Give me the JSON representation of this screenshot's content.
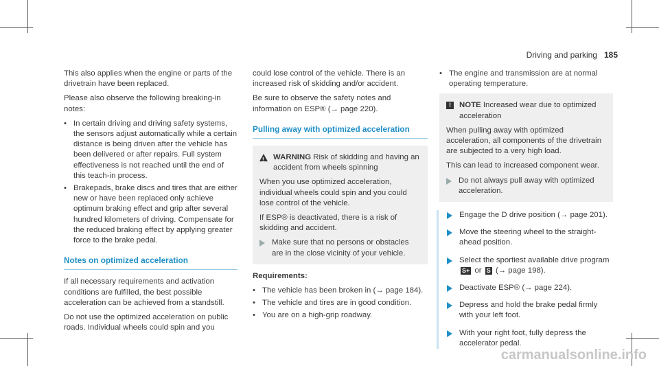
{
  "header": {
    "section": "Driving and parking",
    "page": "185"
  },
  "col1": {
    "p1": "This also applies when the engine or parts of the drivetrain have been replaced.",
    "p2": "Please also observe the following breaking-in notes:",
    "b1": "In certain driving and driving safety systems, the sensors adjust automatically while a certain distance is being driven after the vehicle has been delivered or after repairs. Full system effectiveness is not reached until the end of this teach-in process.",
    "b2": "Brakepads, brake discs and tires that are either new or have been replaced only achieve optimum braking effect and grip after several hundred kilometers of driving. Compensate for the reduced braking effect by applying greater force to the brake pedal.",
    "heading": "Notes on optimized acceleration",
    "p3": "If all necessary requirements and activation conditions are fulfilled, the best possible acceleration can be achieved from a standstill.",
    "p4": "Do not use the optimized acceleration on public roads. Individual wheels could spin and you"
  },
  "col2": {
    "p1": "could lose control of the vehicle. There is an increased risk of skidding and/or accident.",
    "p2": "Be sure to observe the safety notes and information on ESP® (→ page 220).",
    "heading": "Pulling away with optimized acceleration",
    "warning_label": "WARNING",
    "warning_title": "Risk of skidding and having an accident from wheels spinning",
    "warning_p1": "When you use optimized acceleration, individual wheels could spin and you could lose control of the vehicle.",
    "warning_p2": "If ESP® is deactivated, there is a risk of skidding and accident.",
    "warning_action": "Make sure that no persons or obstacles are in the close vicinity of your vehicle.",
    "req_heading": "Requirements:",
    "req": [
      "The vehicle has been broken in (→ page 184).",
      "The vehicle and tires are in good condition.",
      "You are on a high-grip roadway."
    ]
  },
  "col3": {
    "req": "The engine and transmission are at normal operating temperature.",
    "note_label": "NOTE",
    "note_title": "Increased wear due to optimized acceleration",
    "note_p1": "When pulling away with optimized acceleration, all components of the drivetrain are subjected to a very high load.",
    "note_p2": "This can lead to increased component wear.",
    "note_action": "Do not always pull away with optimized acceleration.",
    "steps": [
      "Engage the D drive position (→ page 201).",
      "Move the steering wheel to the straight-ahead position.",
      "Select the sportiest available drive program",
      "Deactivate ESP® (→ page 224).",
      "Depress and hold the brake pedal firmly with your left foot.",
      "With your right foot, fully depress the accelerator pedal."
    ],
    "step3_cont": "or",
    "step3_keys": [
      "S+",
      "S"
    ],
    "step3_ref": "(→ page 198)."
  },
  "watermark": "carmanualsonline.info"
}
